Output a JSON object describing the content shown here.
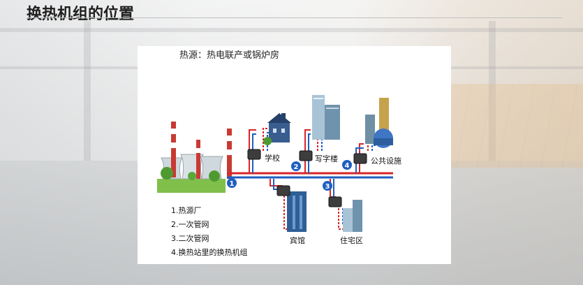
{
  "page": {
    "title": "换热机组的位置"
  },
  "nav": {
    "prev_icon": "chevron-left-icon",
    "next_icon": "chevron-right-icon",
    "prev_glyph": "‹",
    "next_glyph": "›"
  },
  "diagram": {
    "heading": "热源：热电联产或锅炉房",
    "markers": [
      "1",
      "2",
      "3",
      "4"
    ],
    "buildings": {
      "school": "学校",
      "office": "写字楼",
      "public": "公共设施",
      "hotel": "宾馆",
      "residential": "住宅区"
    },
    "legend": [
      "1.热源厂",
      "2.一次管网",
      "3.二次管网",
      "4.换热站里的换热机组"
    ],
    "colors": {
      "supply_pipe": "#d9252a",
      "return_pipe": "#1f5fbf",
      "marker": "#1f5fbf"
    }
  }
}
